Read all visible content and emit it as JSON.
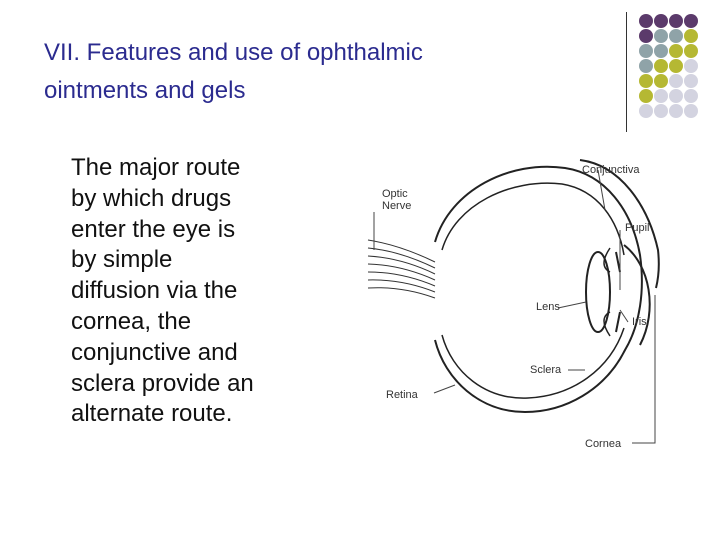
{
  "slide": {
    "title": "VII. Features and use of ophthalmic\nointments and gels",
    "body": "The major route\nby which drugs\nenter the eye is\nby simple\ndiffusion via the\ncornea, the\nconjunctive and\nsclera provide an\nalternate route."
  },
  "diagram": {
    "labels": {
      "conjunctiva": "Conjunctiva",
      "optic_nerve": "Optic\nNerve",
      "pupil": "Pupil",
      "lens": "Lens",
      "iris": "Iris",
      "sclera": "Sclera",
      "retina": "Retina",
      "cornea": "Cornea"
    }
  },
  "decoration": {
    "dot_colors": [
      "#5b3a6b",
      "#8fa3a8",
      "#b5b833",
      "#d3d3e0"
    ]
  }
}
